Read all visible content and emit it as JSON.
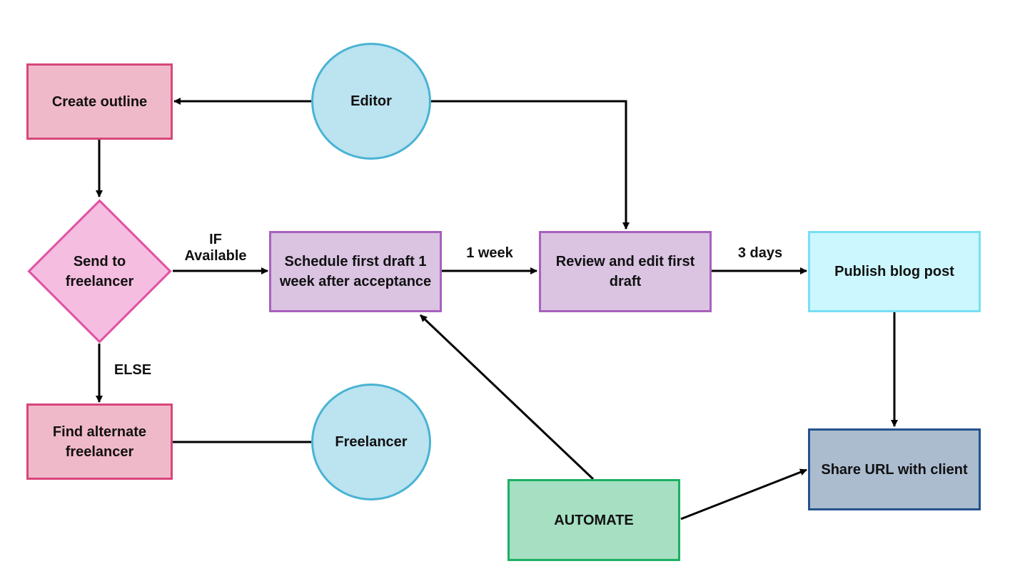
{
  "nodes": {
    "create_outline": "Create outline",
    "send_to_freelancer": "Send to freelancer",
    "find_alternate_freelancer": "Find alternate freelancer",
    "editor": "Editor",
    "freelancer": "Freelancer",
    "schedule_first_draft": "Schedule first draft 1 week after acceptance",
    "review_and_edit": "Review and edit first draft",
    "publish_blog_post": "Publish blog post",
    "share_url": "Share URL with client",
    "automate": "AUTOMATE"
  },
  "edge_labels": {
    "if": "IF",
    "available": "Available",
    "else": "ELSE",
    "one_week": "1 week",
    "three_days": "3 days"
  },
  "colors": {
    "pink_fill": "#f0b9c9",
    "pink_border": "#d8467b",
    "diamond_fill": "#f5bde0",
    "diamond_border": "#e052a3",
    "circle_fill": "#bbe3f0",
    "circle_border": "#49b3d3",
    "purple_fill": "#dac4e2",
    "purple_border": "#a861bd",
    "cyan_fill": "#ccf7fe",
    "cyan_border": "#78dff3",
    "slate_fill": "#abbccf",
    "slate_border": "#23538c",
    "green_fill": "#a6dfc2",
    "green_border": "#1bb063"
  }
}
